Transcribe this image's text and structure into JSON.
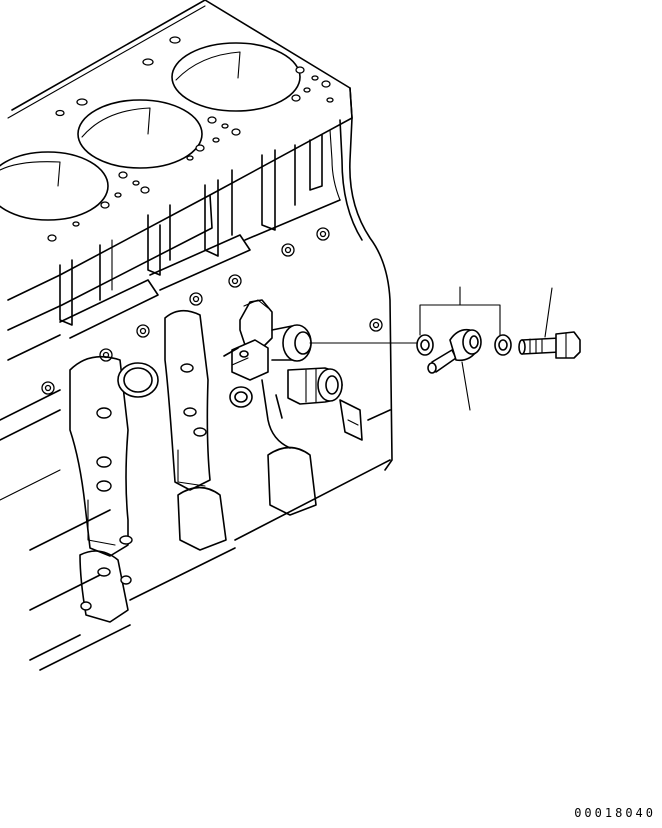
{
  "drawing": {
    "code": "00018040",
    "parts": [
      "cylinder-block",
      "pipe-fitting",
      "gasket-washer",
      "banjo-fitting",
      "gasket-washer",
      "hollow-bolt"
    ]
  }
}
